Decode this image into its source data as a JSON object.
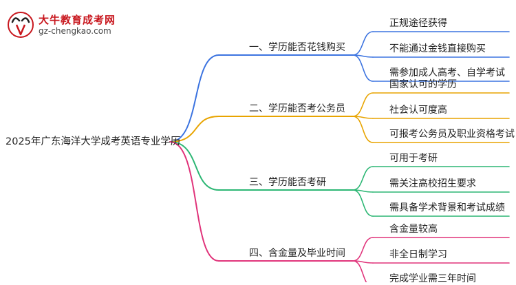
{
  "logo": {
    "icon": "bull-head-logo",
    "title": "大牛教育成考网",
    "url": "gz-chengkao.com"
  },
  "root": {
    "label": "2025年广东海洋大学成考英语专业学历"
  },
  "branches": [
    {
      "label": "一、学历能否花钱购买",
      "color": "#3b73e0",
      "leaves": [
        "正规途径获得",
        "不能通过金钱直接购买",
        "需参加成人高考、自学考试"
      ]
    },
    {
      "label": "二、学历能否考公务员",
      "color": "#e8a400",
      "leaves": [
        "国家认可的学历",
        "社会认可度高",
        "可报考公务员及职业资格考试"
      ]
    },
    {
      "label": "三、学历能否考研",
      "color": "#2bb673",
      "leaves": [
        "可用于考研",
        "需关注高校招生要求",
        "需具备学术背景和考试成绩"
      ]
    },
    {
      "label": "四、含金量及毕业时间",
      "color": "#e0337a",
      "leaves": [
        "含金量较高",
        "非全日制学习",
        "完成学业需三年时间"
      ]
    }
  ]
}
